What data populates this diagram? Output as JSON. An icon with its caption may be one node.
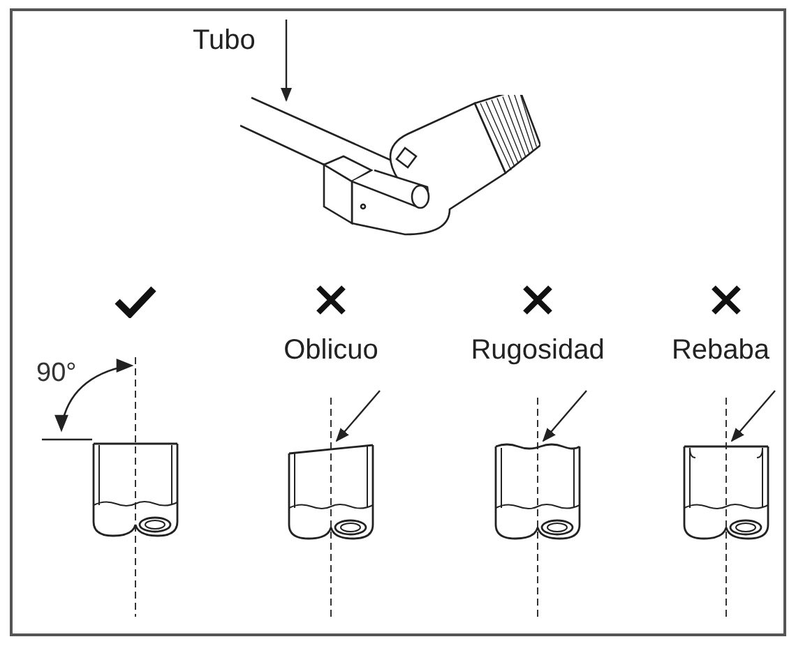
{
  "diagram": {
    "nodes": [
      {
        "text": [
          "Tubo"
        ]
      },
      {
        "text": [],
        "shape": "picture"
      },
      {
        "text": [],
        "shape": "picture"
      },
      {
        "text": [],
        "shape": "picture"
      },
      {
        "text": [],
        "shape": "picture"
      },
      {
        "text": [],
        "shape": "picture"
      }
    ],
    "edges": [
      {
        "from": 0,
        "to": 1,
        "arrow": "to"
      },
      {
        "from": null,
        "to": 3,
        "arrow": "to"
      },
      {
        "from": null,
        "to": 4,
        "arrow": "to"
      },
      {
        "from": null,
        "to": 5,
        "arrow": "to"
      }
    ],
    "labels": [
      "90°",
      "Oblicuo",
      "Rugosidad",
      "Rebaba"
    ]
  }
}
